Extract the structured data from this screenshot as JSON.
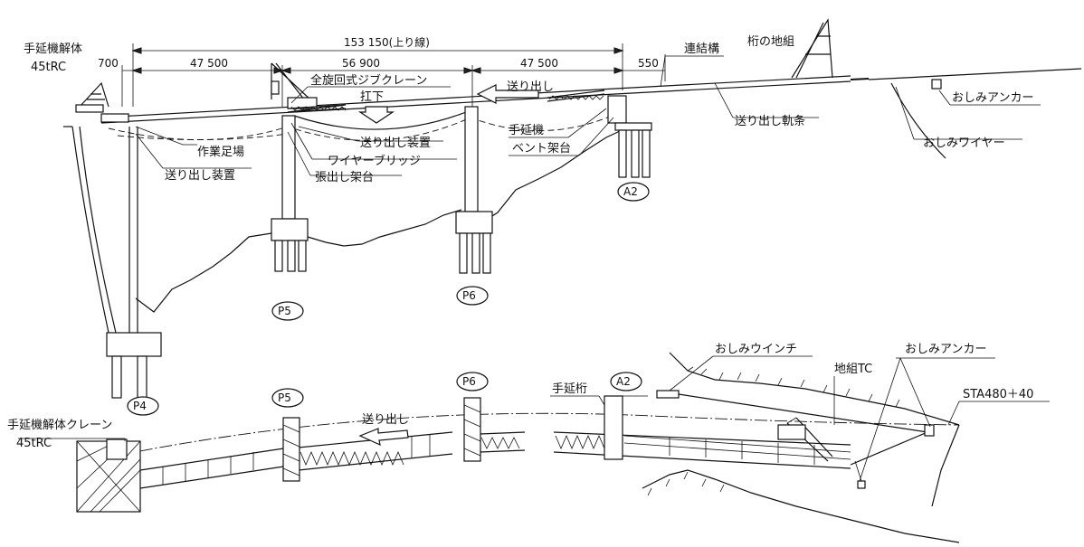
{
  "elevation": {
    "total_dimension": "153 150(上り線)",
    "spans": [
      "700",
      "47 500",
      "56 900",
      "47 500",
      "550"
    ],
    "piers": [
      "P4",
      "P5",
      "P6",
      "A2"
    ],
    "labels": {
      "dismantle_crane": "手延機解体",
      "crane_capacity": "45tRC",
      "jib_crane": "全旋回式ジブクレーン",
      "lowering": "扛下",
      "launch": "送り出し",
      "work_scaffold": "作業足場",
      "launch_device_left": "送り出し装置",
      "launch_device_mid": "送り出し装置",
      "wire_bridge": "ワイヤーブリッジ",
      "cantilever_bracket": "張出し架台",
      "launching_nose": "手延機",
      "bent_bracket": "ベント架台",
      "connection": "連結構",
      "girder_assembly": "桁の地組",
      "push_anchor": "おしみアンカー",
      "launch_rail": "送り出し軌条",
      "push_wire": "おしみワイヤー"
    }
  },
  "plan": {
    "piers": [
      "P5",
      "P6",
      "A2"
    ],
    "labels": {
      "dismantle_crane": "手延機解体クレーン",
      "crane_capacity": "45tRC",
      "launch": "送り出し",
      "launching_girder": "手延桁",
      "push_winch": "おしみウインチ",
      "ground_tc": "地組TC",
      "push_anchor": "おしみアンカー",
      "station": "STA480＋40"
    }
  }
}
